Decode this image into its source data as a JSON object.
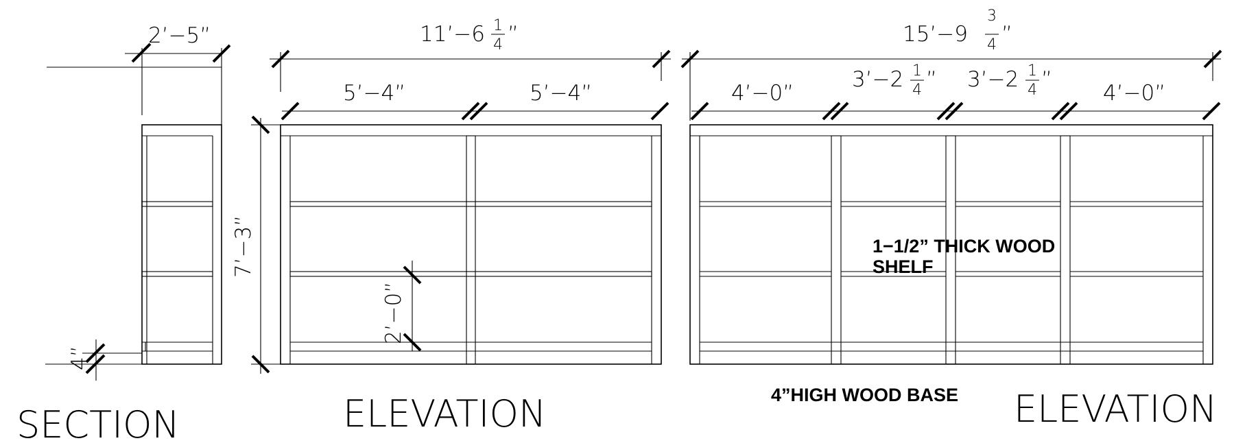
{
  "section": {
    "title": "SECTION",
    "depth_dim": "2’−5”",
    "base_dim": "4”"
  },
  "elevation_1": {
    "title": "ELEVATION",
    "overall_dim": {
      "main": "11’−6",
      "num": "1",
      "den": "4",
      "close": "”"
    },
    "bay_dims": [
      "5’−4”",
      "5’−4”"
    ],
    "height_dim": "7’−3”",
    "shelf_dim": "2’−0”"
  },
  "elevation_2": {
    "title": "ELEVATION",
    "overall_dim": {
      "main": "15’−9",
      "num": "3",
      "den": "4",
      "close": "”"
    },
    "bay_dims": [
      {
        "main": "4’−0”"
      },
      {
        "main": "3’−2",
        "num": "1",
        "den": "4",
        "close": "”"
      },
      {
        "main": "3’−2",
        "num": "1",
        "den": "4",
        "close": "”"
      },
      {
        "main": "4’−0”"
      }
    ]
  },
  "notes": {
    "shelf_line1": "1−1/2” THICK WOOD",
    "shelf_line2": "SHELF",
    "base": "4”HIGH WOOD BASE"
  }
}
